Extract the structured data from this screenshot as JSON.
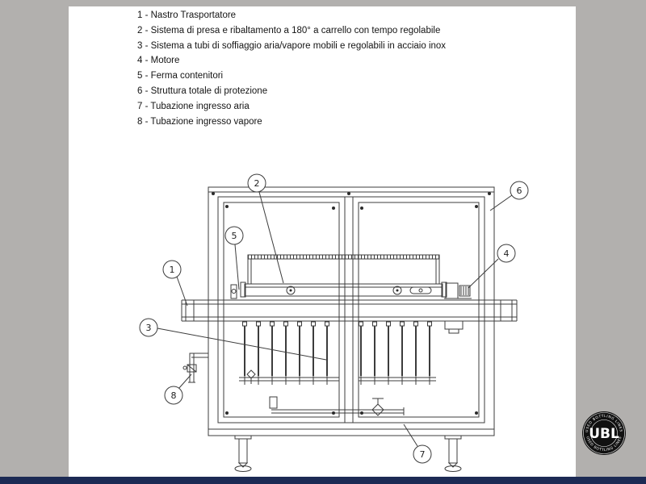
{
  "legend": {
    "items": [
      {
        "text": "1 - Nastro Trasportatore"
      },
      {
        "text": "2 - Sistema di presa e ribaltamento a 180° a carrello con tempo regolabile"
      },
      {
        "text": "3 - Sistema a tubi di soffiaggio aria/vapore mobili e regolabili in acciaio inox"
      },
      {
        "text": "4 - Motore"
      },
      {
        "text": "5 - Ferma contenitori"
      },
      {
        "text": "6 - Struttura totale di protezione"
      },
      {
        "text": "7 - Tubazione ingresso aria"
      },
      {
        "text": "8 - Tubazione ingresso vapore"
      }
    ]
  },
  "callouts": [
    {
      "num": "1"
    },
    {
      "num": "2"
    },
    {
      "num": "3"
    },
    {
      "num": "4"
    },
    {
      "num": "5"
    },
    {
      "num": "6"
    },
    {
      "num": "7"
    },
    {
      "num": "8"
    }
  ],
  "logo": {
    "monogram": "UBL",
    "ring_text": "USED BOTTLING LINES"
  },
  "colors": {
    "frame_gray": "#b2b0ae",
    "bottom_bar_navy": "#1c2a54",
    "drawing_line": "#3c3c3c"
  }
}
